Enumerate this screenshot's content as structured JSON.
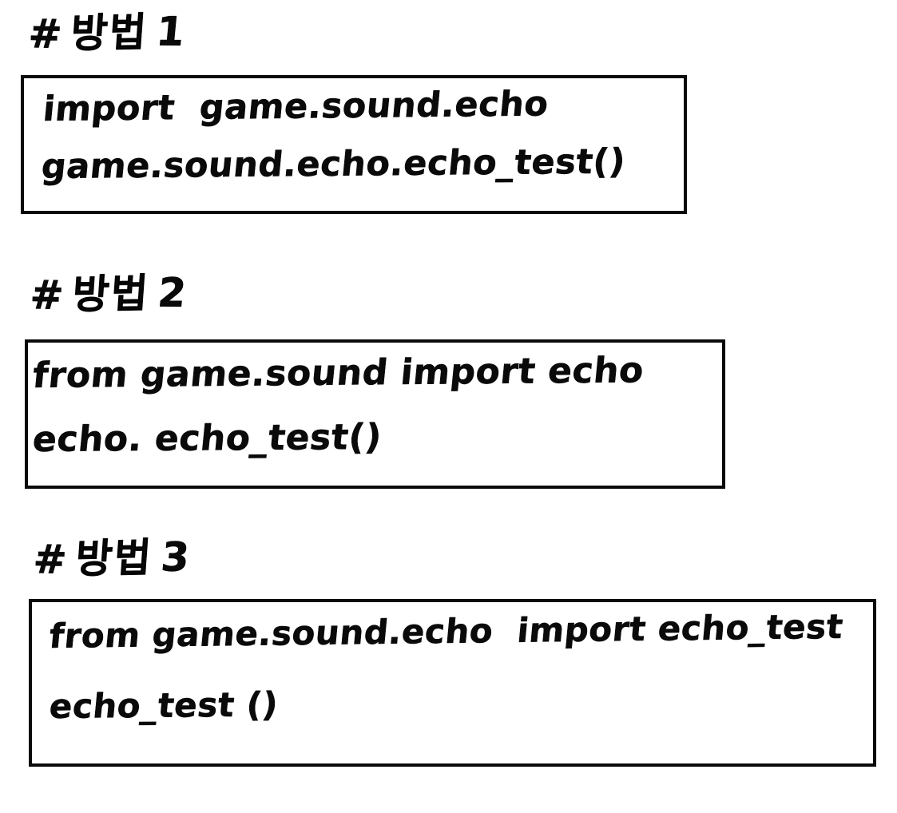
{
  "page": {
    "background_color": "#ffffff",
    "ink_color": "#0a0a0a",
    "border_color": "#0a0a0a"
  },
  "sections": [
    {
      "heading": {
        "hash": "#",
        "word": "방법",
        "number": "1",
        "full": "# 방법 1"
      },
      "code": {
        "line_1": "import  game.sound.echo",
        "line_2": "game.sound.echo.echo_test()"
      }
    },
    {
      "heading": {
        "hash": "#",
        "word": "방법",
        "number": "2",
        "full": "# 방법 2"
      },
      "code": {
        "line_1": "from game.sound import echo",
        "line_2": "echo. echo_test()"
      }
    },
    {
      "heading": {
        "hash": "#",
        "word": "방법",
        "number": "3",
        "full": "# 방법 3"
      },
      "code": {
        "line_1": "from game.sound.echo  import echo_test",
        "line_2": "echo_test ()"
      }
    }
  ]
}
